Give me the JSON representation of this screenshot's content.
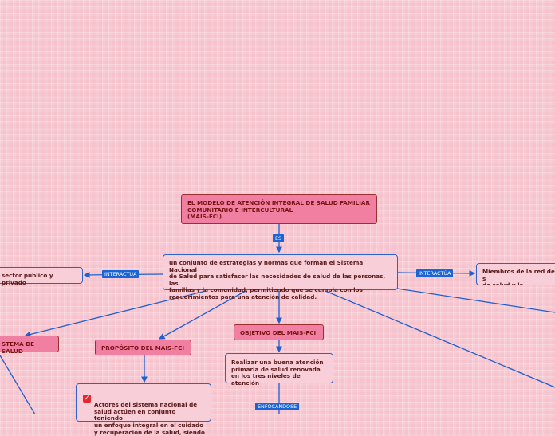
{
  "nodes": {
    "title": "EL MODELO DE ATENCIÓN INTEGRAL DE SALUD FAMILIAR\nCOMUNITARIO E INTERCULTURAL\n(MAIS-FCI)",
    "definition": "un conjunto de estrategias y normas que forman el Sistema Nacional\nde Salud para satisfacer las necesidades de salud de las personas, las\nfamilias y la comunidad, permitiendo que se cumpla con los\nrequerimientos para una atención de calidad.",
    "left_sector": "sector público y privado",
    "right_members": "Miembros de la red de s\nde salud y la comunidad",
    "sistema": "STEMA DE SALUD",
    "proposito": "PROPÓSITO DEL MAIS-FCI",
    "objetivo": "OBJETIVO DEL MAIS-FCI",
    "objetivo_text": "Realizar una buena atención\nprimaria de salud renovada\nen los tres niveles de atención",
    "proposito_text": "Actores del sistema nacional de\nsalud actúen en conjunto teniendo\nun enfoque integral en el cuidado\ny recuperación de la salud, siendo"
  },
  "labels": {
    "es": "ES",
    "interactua_left": "INTERACTUA",
    "interactua_right": "INTERACTÚA",
    "enfocandose": "ENFOCÁNDOSE"
  },
  "icons": {
    "check": "checkbox-check-icon"
  },
  "colors": {
    "edge": "#1f5fcf",
    "pink_node": "#f07fa2",
    "label_bg": "#1a64d6"
  }
}
